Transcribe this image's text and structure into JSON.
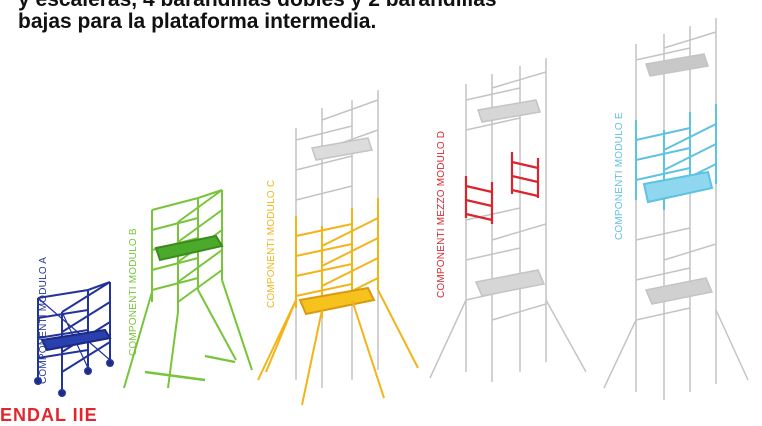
{
  "header": {
    "line1": "y escaleras, 4 barandillas dobles y 2 barandillas",
    "line2": "bajas para la plataforma intermedia."
  },
  "modules": [
    {
      "label": "COMPONENTI MODULO A",
      "color": "#22349a"
    },
    {
      "label": "COMPONENTI MODULO B",
      "color": "#78c43a"
    },
    {
      "label": "COMPONENTI MODULO C",
      "color": "#f2b418"
    },
    {
      "label": "COMPONENTI MEZZO MODULO D",
      "color": "#d9262e"
    },
    {
      "label": "COMPONENTI MODULO  E",
      "color": "#5ec2e2"
    }
  ],
  "footer": {
    "text": "ENDAL IIE"
  }
}
